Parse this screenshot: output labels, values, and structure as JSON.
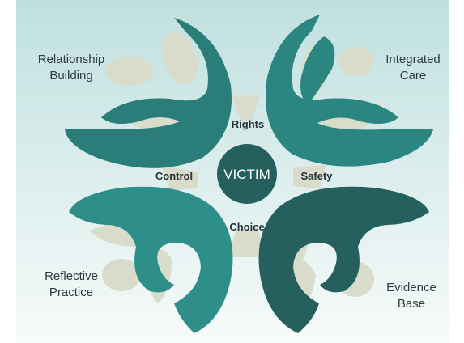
{
  "diagram": {
    "center": "VICTIM",
    "principles": {
      "top": "Rights",
      "left": "Control",
      "right": "Safety",
      "bottom": "Choice"
    },
    "corners": {
      "top_left": [
        "Relationship",
        "Building"
      ],
      "top_right": [
        "Integrated",
        "Care"
      ],
      "bottom_left": [
        "Reflective",
        "Practice"
      ],
      "bottom_right": [
        "Evidence",
        "Base"
      ]
    }
  },
  "colors": {
    "teal": "#2a7f7b",
    "teal_dark": "#245f5d",
    "teal_mid": "#2f8f89",
    "beige": "#d9dccb",
    "bg_top": "#bfe0df",
    "bg_bottom": "#f6fbfa"
  }
}
